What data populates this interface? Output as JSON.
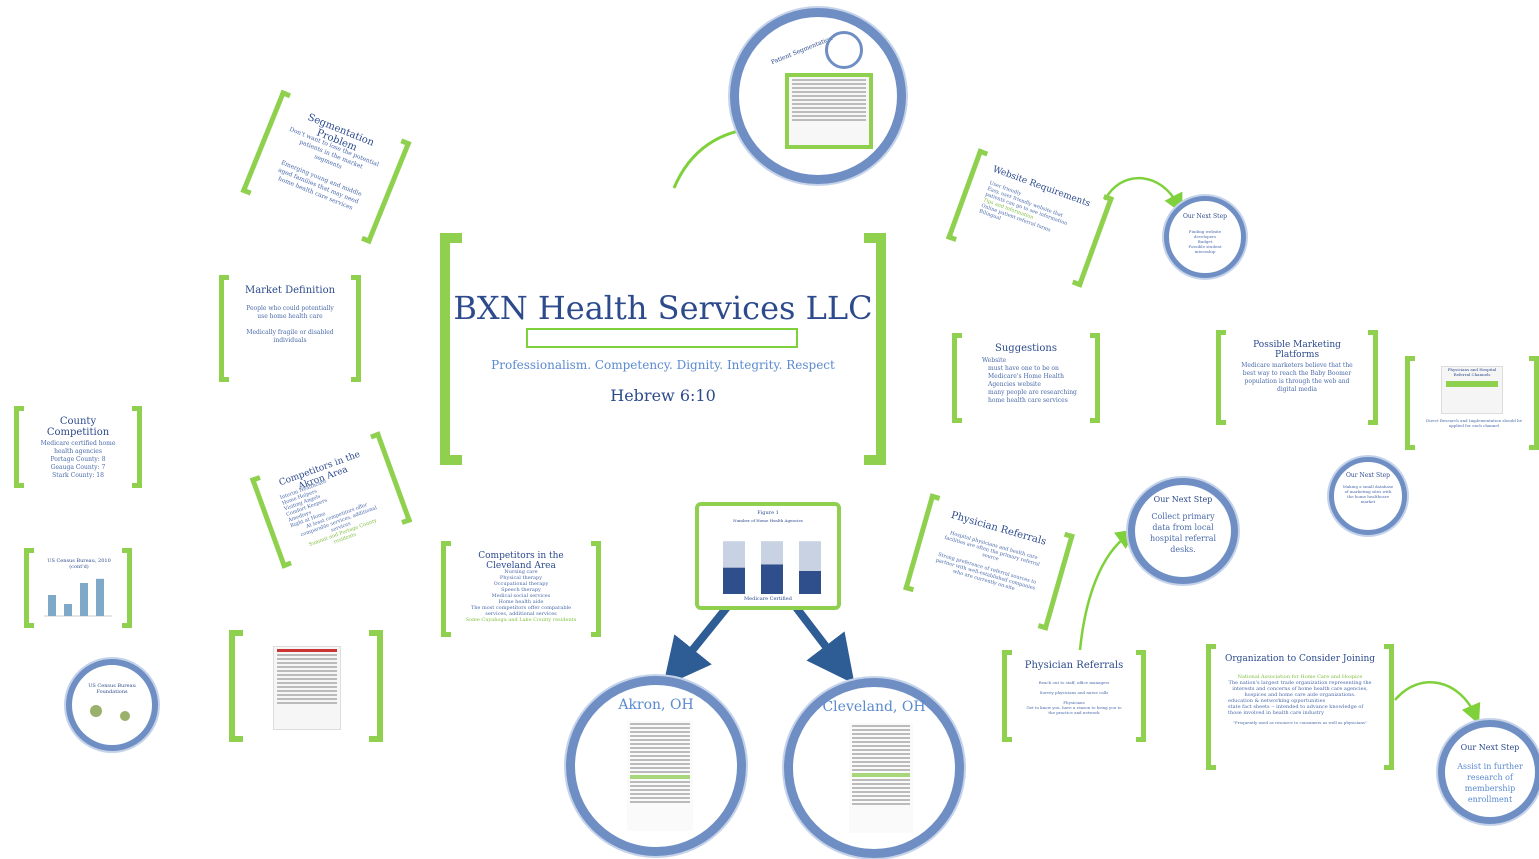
{
  "main": {
    "title": "BXN Health Services LLC",
    "subtitle": "Professionalism. Competency. Dignity. Integrity. Respect",
    "verse": "Hebrew 6:10"
  },
  "segmentation_problem": {
    "title": "Segmentation Problem",
    "line1": "Don't want to lose the potential patients in the market segments",
    "line2": "Emerging young and middle aged families that may need home health care services"
  },
  "market_definition": {
    "title": "Market Definition",
    "line1": "People who could potentially use home health care",
    "line2": "Medically fragile or disabled individuals"
  },
  "county_competition": {
    "title": "County Competition",
    "intro": "Medicare certified home health agencies",
    "items": [
      "Portage County: 8",
      "Geauga County: 7",
      "Stark County: 18"
    ]
  },
  "competitors_akron": {
    "title": "Competitors in the Akron Area",
    "items": [
      "Interim Healthcare",
      "Home Helpers",
      "Visiting Angels",
      "Comfort Keepers",
      "Amedisys",
      "Right at Home"
    ],
    "note": "At least competitors offer comparable services, additional services",
    "note2": "Summit and Portage County residents"
  },
  "competitors_cleveland": {
    "title": "Competitors in the Cleveland Area",
    "items": [
      "Nursing care",
      "Physical therapy",
      "Occupational therapy",
      "Speech therapy",
      "Medical social services",
      "Home health aide"
    ],
    "note": "The most competitors offer comparable services, additional services",
    "note2": "Some Cuyahoga and Lake County residents"
  },
  "patient_segmentation": {
    "title": "Patient Segmentation"
  },
  "akron": {
    "title": "Akron, OH"
  },
  "cleveland": {
    "title": "Cleveland, OH"
  },
  "center_chart": {
    "title": "Figure 1",
    "caption": "Number of Home Health Agencies",
    "legend": "Medicare Certified",
    "chart_data": {
      "type": "bar",
      "categories": [
        "",
        "",
        ""
      ],
      "series": [
        {
          "values": [
            40,
            45,
            35
          ]
        },
        {
          "values": [
            40,
            35,
            45
          ]
        }
      ]
    }
  },
  "census_chart": {
    "title": "US Census Bureau, 2010 (cont'd)",
    "chart_data": {
      "type": "bar",
      "values": [
        35,
        20,
        55,
        62
      ]
    }
  },
  "census_circle": {
    "title": "US Census Bureau Foundations"
  },
  "website_requirements": {
    "title": "Website Requirements",
    "items": [
      "User friendly",
      "Easy, user friendly website that patients can go to see information",
      "Tips and information",
      "Online patient referral forms",
      "Bilingual"
    ]
  },
  "next_step_1": {
    "title": "Our Next Step",
    "line1": "Finding website developers",
    "items": [
      "Budget",
      "Possible student internship"
    ]
  },
  "suggestions": {
    "title": "Suggestions",
    "intro": "Website",
    "items": [
      "must have one to be on Medicare's Home Health Agencies website",
      "many people are researching home health care services"
    ]
  },
  "possible_marketing": {
    "title": "Possible Marketing Platforms",
    "body": "Medicare marketers believe that the best way to reach the Baby Boomer population is through the web and digital media"
  },
  "marketing_thumb": {
    "title": "Physicians and Hospital Referral Channels",
    "caption": "Direct Research and Implementation should be applied for each channel"
  },
  "next_step_2": {
    "title": "Our Next Step",
    "body": "Making a small database of marketing sites with the home healthcare market"
  },
  "physician_referrals_1": {
    "title": "Physician Referrals",
    "line1": "Hospital physicians and health care facilities are often the primary referral source",
    "line2": "Strong preference of referral sources to partner with well-established companies who are currently on-site"
  },
  "next_step_3": {
    "title": "Our Next Step",
    "body": "Collect primary data from  local hospital referral desks."
  },
  "physician_referrals_2": {
    "title": "Physician Referrals",
    "line1": "Reach out to staff, office managers",
    "line2": "Survey physicians and nurse calls",
    "line3": "Physicians",
    "line4": "Get to know you, have a reason to bring you to the practice and network"
  },
  "organization": {
    "title": "Organization to Consider Joining",
    "org_name": "National Association for Home Care and Hospice",
    "body": "The nation's largest trade organization representing the interests and concerns of home health care agencies, hospices and home care aide organizations.",
    "items": [
      "education & networking opportunities",
      "state fact sheets -- intended to advance knowledge of those involved in health care industry"
    ],
    "quote": "\"Frequently used as resource to consumers as well as physicians\""
  },
  "next_step_4": {
    "title": "Our Next Step",
    "body": "Assist in further research of membership enrollment"
  }
}
